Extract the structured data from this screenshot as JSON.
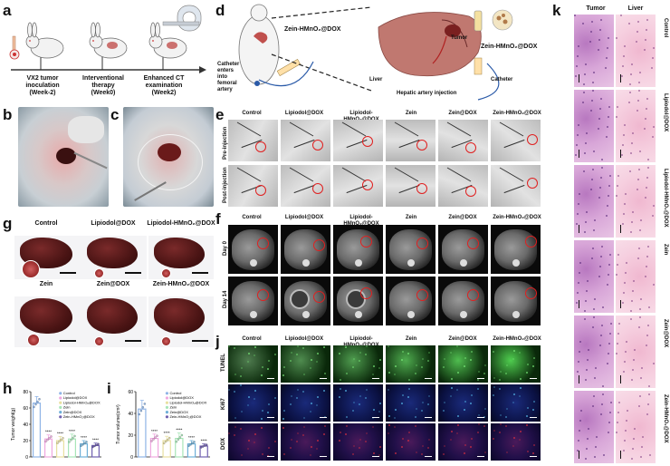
{
  "panels": {
    "a": "a",
    "b": "b",
    "c": "c",
    "d": "d",
    "e": "e",
    "f": "f",
    "g": "g",
    "h": "h",
    "i": "i",
    "j": "j",
    "k": "k"
  },
  "panel_a": {
    "steps": [
      {
        "line1": "VX2 tumor",
        "line2": "inoculation",
        "line3": "(Week-2)"
      },
      {
        "line1": "Interventional",
        "line2": "therapy",
        "line3": "(Week0)"
      },
      {
        "line1": "Enhanced CT",
        "line2": "examination",
        "line3": "(Week2)"
      }
    ]
  },
  "panel_d": {
    "drug_left": "Zein-HMnO₂@DOX",
    "catheter_left": [
      "Catheter",
      "enters",
      "into",
      "femoral",
      "artery"
    ],
    "tumor": "Tumor",
    "liver": "Liver",
    "hepatic": "Hepatic artery injection",
    "drug_right": "Zein-HMnO₂@DOX",
    "catheter_right": "Catheter"
  },
  "groups": [
    "Control",
    "Lipiodol@DOX",
    "Lipiodol-HMnO₂@DOX",
    "Zein",
    "Zein@DOX",
    "Zein-HMnO₂@DOX"
  ],
  "panel_e": {
    "rows": [
      "Pre-injection",
      "Post-injection"
    ]
  },
  "panel_f": {
    "rows": [
      "Day 0",
      "Day 14"
    ]
  },
  "panel_g": {
    "top": [
      "Control",
      "Lipiodol@DOX",
      "Lipiodol-HMnO₂@DOX"
    ],
    "bottom": [
      "Zein",
      "Zein@DOX",
      "Zein-HMnO₂@DOX"
    ]
  },
  "panel_j": {
    "rows": [
      "TUNEL",
      "Ki67",
      "DOX"
    ]
  },
  "panel_k": {
    "cols": [
      "Tumor",
      "Liver"
    ],
    "rows": [
      "Control",
      "Lipiodol@DOX",
      "Lipiodol-HMnO₂@DOX",
      "Zein",
      "Zein@DOX",
      "Zein-HMnO₂@DOX"
    ]
  },
  "chart_data": [
    {
      "type": "bar",
      "ylabel": "Tumor weight(g)",
      "ylim": [
        0,
        80
      ],
      "yticks": [
        "0",
        "20",
        "40",
        "60",
        "80"
      ],
      "categories": [
        "Control",
        "Lipiodol@DOX",
        "Lipiodol-HMnO₂@DOX",
        "Zein",
        "Zein@DOX",
        "Zein-HMnO₂@DOX"
      ],
      "values": [
        66,
        22,
        20,
        22,
        16,
        14
      ],
      "errors": [
        8,
        5,
        5,
        6,
        4,
        3
      ],
      "significance": [
        "",
        "****",
        "****",
        "****",
        "****",
        "****"
      ],
      "colors": [
        "#8fb4e6",
        "#f0a8e0",
        "#e8e0a0",
        "#a8e6b8",
        "#6fb0d8",
        "#7060b0"
      ]
    },
    {
      "type": "bar",
      "ylabel": "Tumor volume(cm³)",
      "ylim": [
        0,
        60
      ],
      "yticks": [
        "0",
        "20",
        "40",
        "60"
      ],
      "categories": [
        "Control",
        "Lipiodol@DOX",
        "Lipiodol-HMnO₂@DOX",
        "Zein",
        "Zein@DOX",
        "Zein-HMnO₂@DOX"
      ],
      "values": [
        44,
        17,
        15,
        17,
        12,
        10
      ],
      "errors": [
        8,
        4,
        4,
        5,
        3,
        2
      ],
      "significance": [
        "",
        "****",
        "****",
        "****",
        "****",
        "****"
      ],
      "colors": [
        "#8fb4e6",
        "#f0a8e0",
        "#e8e0a0",
        "#a8e6b8",
        "#6fb0d8",
        "#7060b0"
      ]
    }
  ]
}
